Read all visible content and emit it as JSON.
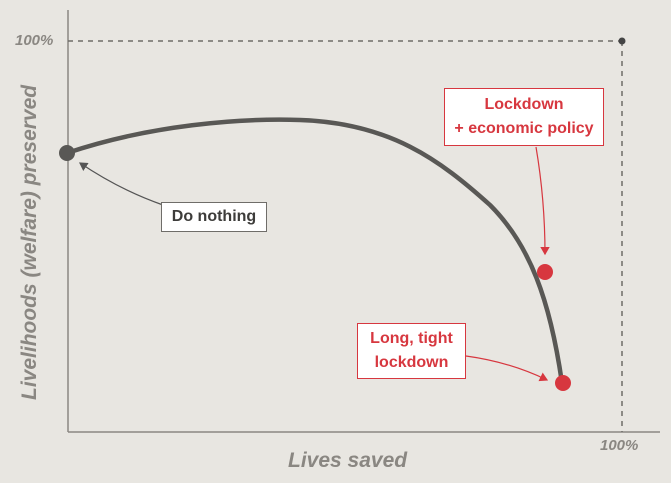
{
  "axes": {
    "x_label": "Lives saved",
    "y_label": "Livelihoods (welfare) preserved",
    "x_max_label": "100%",
    "y_max_label": "100%"
  },
  "annotations": {
    "do_nothing": "Do nothing",
    "lockdown_policy": [
      "Lockdown",
      "+ economic policy"
    ],
    "tight_lockdown": [
      "Long, tight",
      "lockdown"
    ]
  },
  "colors": {
    "background": "#e8e6e1",
    "curve": "#595855",
    "highlight": "#d7373f",
    "axis": "#8a8782"
  }
}
